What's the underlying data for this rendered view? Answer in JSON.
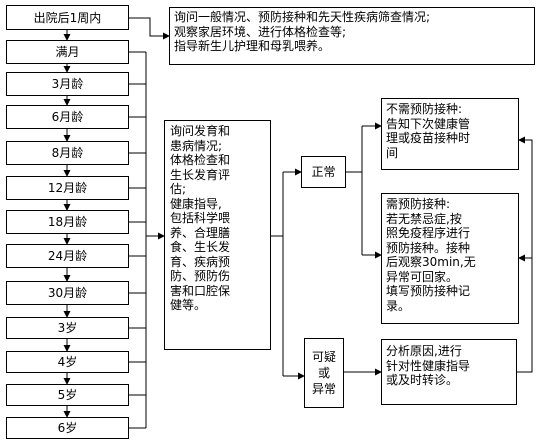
{
  "stages": [
    "出院后1周内",
    "满月",
    "3月龄",
    "6月龄",
    "8月龄",
    "12月龄",
    "18月龄",
    "24月龄",
    "30月龄",
    "3岁",
    "4岁",
    "5岁",
    "6岁"
  ],
  "first_visit_content": "询问一般情况、预防接种和先天性疾病筛查情况;\n观察家居环境、进行体格检查等;\n指导新生儿护理和母乳喂养。",
  "routine_content": "询问发育和\n患病情况;\n体格检查和\n生长发育评\n估;\n健康指导,\n包括科学喂\n养、合理膳\n食、生长发\n育、疾病预\n防、预防伤\n害和口腔保\n健等。",
  "normal_label": "正常",
  "abnormal_label": "可疑\n或\n异常",
  "no_vaccine_content": "不需预防接种:\n告知下次健康管\n理或疫苗接种时\n间",
  "vaccine_content": "需预防接种:\n若无禁忌症,按\n照免疫程序进行\n预防接种。接种\n后观察30min,无\n异常可回家。\n填写预防接种记\n录。",
  "analysis_content": "分析原因,进行\n针对性健康指导\n或及时转诊。"
}
